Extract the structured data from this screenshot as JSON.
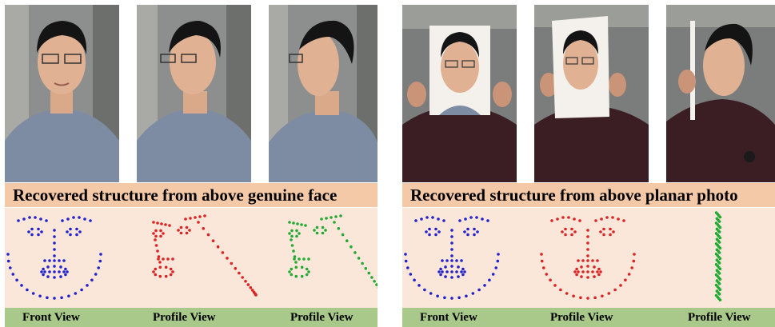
{
  "left_panel": {
    "banner": "Recovered structure from above genuine face",
    "footer_labels": [
      "Front View",
      "Profile View",
      "Profile View"
    ],
    "dot_colors": [
      "#2222cc",
      "#dd2222",
      "#22aa33"
    ]
  },
  "right_panel": {
    "banner": "Recovered structure from above planar photo",
    "footer_labels": [
      "Front View",
      "Profile View",
      "Profile View"
    ],
    "dot_colors": [
      "#2222cc",
      "#dd2222",
      "#22aa33"
    ]
  }
}
